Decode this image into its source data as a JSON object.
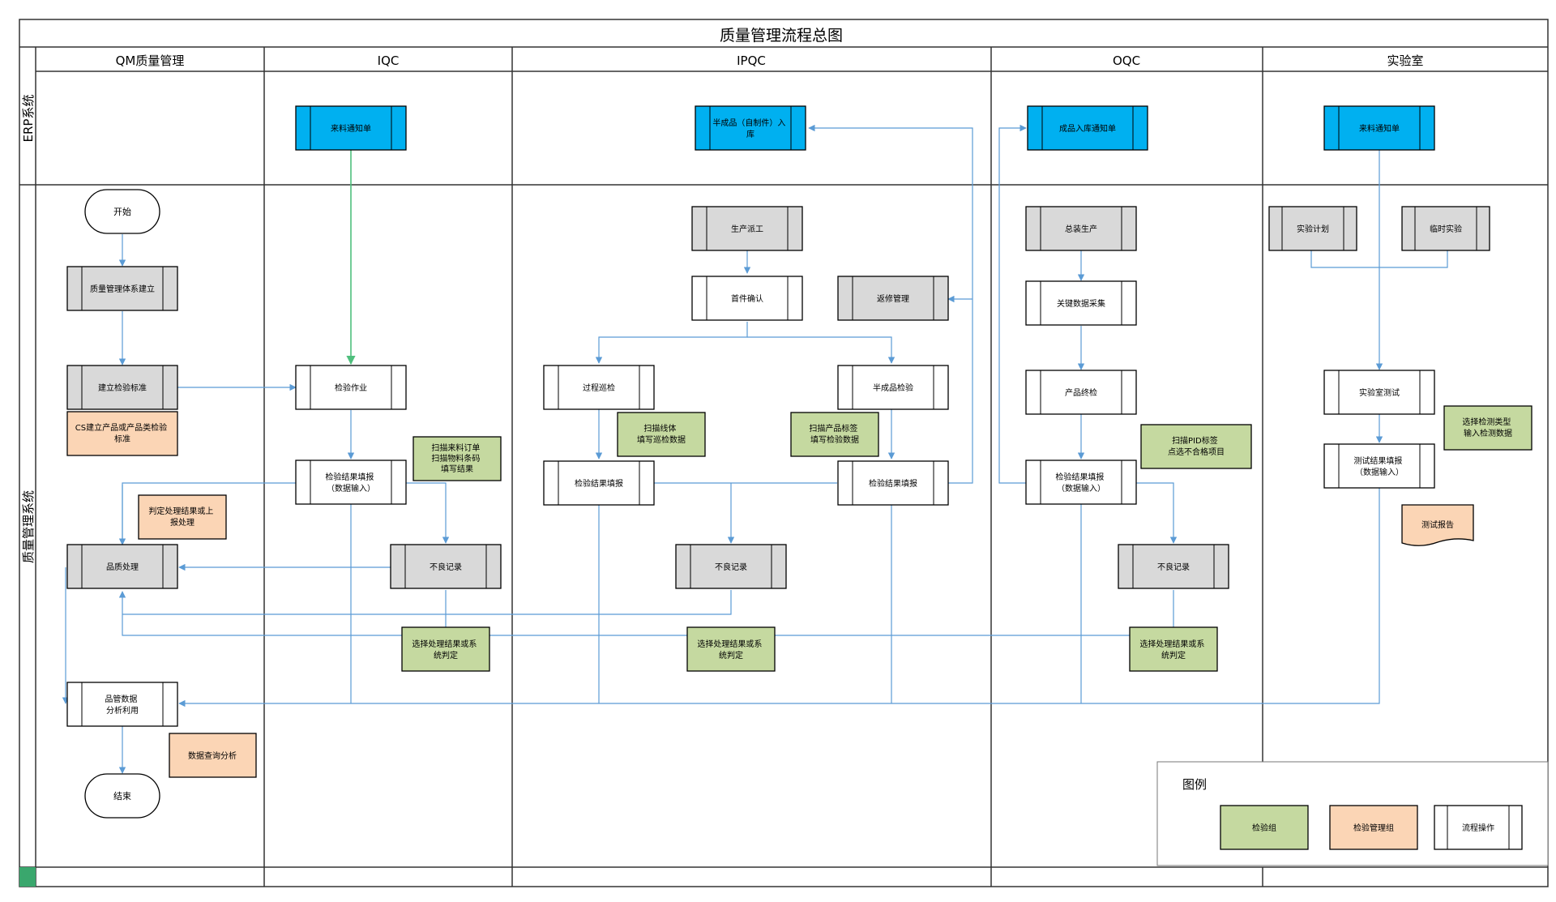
{
  "title": "质量管理流程总图",
  "columns": [
    "QM质量管理",
    "IQC",
    "IPQC",
    "OQC",
    "实验室"
  ],
  "rows": [
    "ERP系统",
    "质量管理系统"
  ],
  "colors": {
    "erp": "#00b0f0",
    "gray": "#d9d9d9",
    "green": "#c5d9a0",
    "orange": "#fbd5b5",
    "arrow": "#5b9bd5",
    "green_arrow": "#4fbf7d",
    "corner": "#3aa76d"
  },
  "nodes": {
    "qm_start": "开始",
    "qm_system": "质量管理体系建立",
    "qm_standard": "建立检验标准",
    "qm_standard_note": "CS建立产品或产品类检验标准",
    "qm_judge_note": "判定处理结果或上报处理",
    "qm_quality": "品质处理",
    "qm_analysis": "品管数据分析利用",
    "qm_query_note": "数据查询分析",
    "qm_end": "结束",
    "iqc_notice": "来料通知单",
    "iqc_work": "检验作业",
    "iqc_scan_note": "扫描来料订单扫描物料条码填写结果",
    "iqc_report": "检验结果填报（数据输入）",
    "iqc_bad": "不良记录",
    "iqc_select": "选择处理结果或系统判定",
    "ipqc_erp": "半成品（自制件）入库",
    "ipqc_dispatch": "生产派工",
    "ipqc_first": "首件确认",
    "ipqc_repair": "返修管理",
    "ipqc_patrol": "过程巡检",
    "ipqc_semi": "半成品检验",
    "ipqc_scan_line": "扫描线体填写巡检数据",
    "ipqc_scan_label": "扫描产品标签填写检验数据",
    "ipqc_report_left": "检验结果填报",
    "ipqc_report_right": "检验结果填报",
    "ipqc_bad": "不良记录",
    "ipqc_select": "选择处理结果或系统判定",
    "oqc_erp": "成品入库通知单",
    "oqc_assembly": "总装生产",
    "oqc_key": "关键数据采集",
    "oqc_final": "产品终检",
    "oqc_pid_note": "扫描PID标签点选不合格项目",
    "oqc_report": "检验结果填报（数据输入）",
    "oqc_bad": "不良记录",
    "oqc_select": "选择处理结果或系统判定",
    "lab_notice": "来料通知单",
    "lab_plan": "实验计划",
    "lab_temp": "临时实验",
    "lab_test": "实验室测试",
    "lab_type_note": "选择检测类型输入检测数据",
    "lab_report_fill": "测试结果填报（数据输入）",
    "lab_report_doc": "测试报告"
  },
  "legend": {
    "title": "图例",
    "items": [
      "检验组",
      "检验管理组",
      "流程操作"
    ]
  }
}
